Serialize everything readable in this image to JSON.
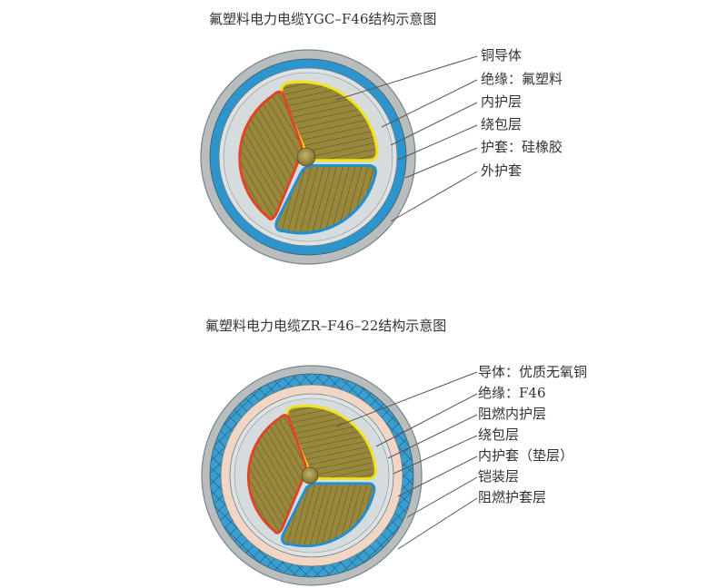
{
  "diagrams": [
    {
      "title": "氟塑料电力电缆YGC–F46结构示意图",
      "labels": [
        "铜导体",
        "绝缘：氟塑料",
        "内护层",
        "绕包层",
        "护套：硅橡胶",
        "外护套"
      ]
    },
    {
      "title": "氟塑料电力电缆ZR–F46–22结构示意图",
      "labels": [
        "导体：优质无氧铜",
        "绝缘：F46",
        "阻燃内护层",
        "绕包层",
        "内护套（垫层）",
        "铠装层",
        "阻燃护套层"
      ]
    }
  ],
  "colors": {
    "outer_sheath": "#b8bdbf",
    "blue_sheath": "#2e94cc",
    "armor_blue": "#3a9fd0",
    "pink_layer": "#f1d6c5",
    "filler": "#d9dfe1",
    "conductor": "#8c7d35",
    "insulation_yellow": "#f2e21a",
    "insulation_red": "#e2442a",
    "insulation_blue": "#1f8fd4"
  }
}
